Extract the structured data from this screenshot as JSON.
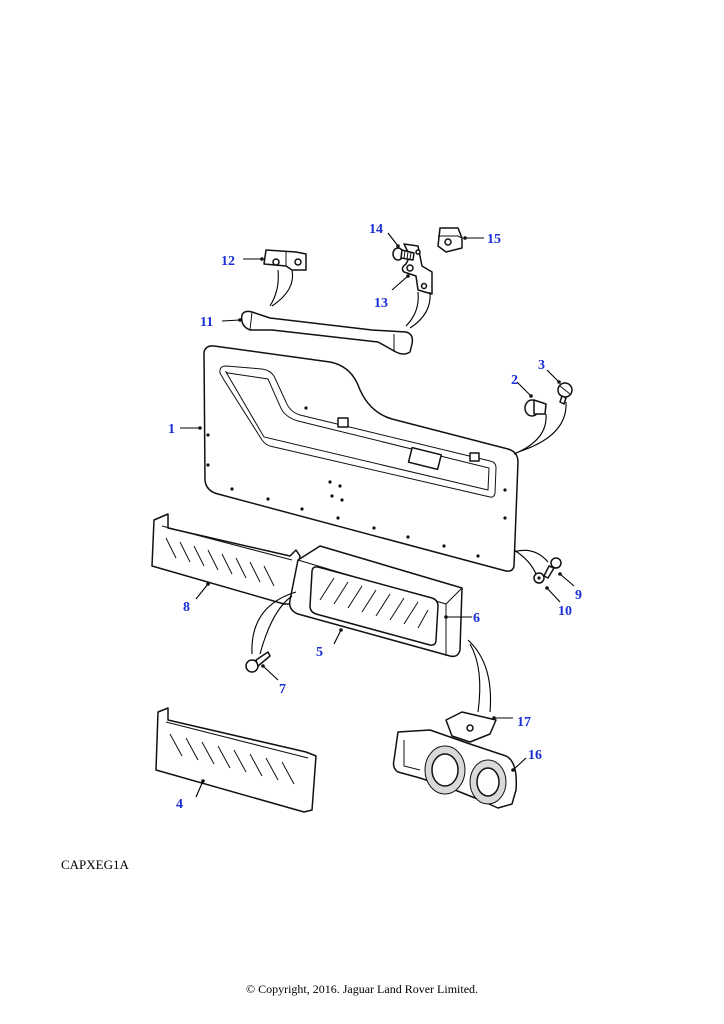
{
  "diagram": {
    "callouts": [
      {
        "id": "1",
        "label": "1"
      },
      {
        "id": "2",
        "label": "2"
      },
      {
        "id": "3",
        "label": "3"
      },
      {
        "id": "4",
        "label": "4"
      },
      {
        "id": "5",
        "label": "5"
      },
      {
        "id": "6",
        "label": "6"
      },
      {
        "id": "7",
        "label": "7"
      },
      {
        "id": "8",
        "label": "8"
      },
      {
        "id": "9",
        "label": "9"
      },
      {
        "id": "10",
        "label": "10"
      },
      {
        "id": "11",
        "label": "11"
      },
      {
        "id": "12",
        "label": "12"
      },
      {
        "id": "13",
        "label": "13"
      },
      {
        "id": "14",
        "label": "14"
      },
      {
        "id": "15",
        "label": "15"
      },
      {
        "id": "16",
        "label": "16"
      },
      {
        "id": "17",
        "label": "17"
      }
    ],
    "callout_color": "#1b2fd6",
    "reference_code": "CAPXEG1A",
    "copyright": "© Copyright, 2016. Jaguar Land Rover Limited."
  }
}
